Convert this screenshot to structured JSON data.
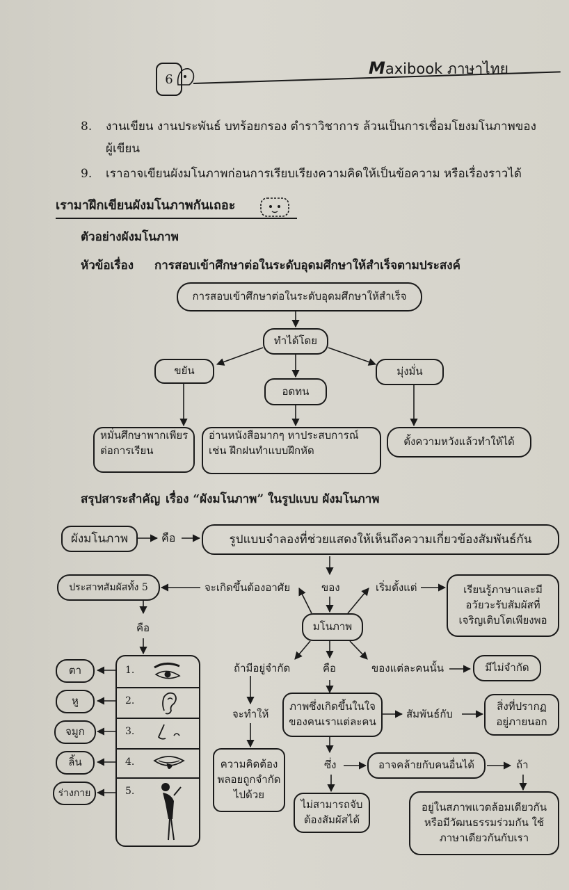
{
  "header": {
    "page_number": "6",
    "brand_bold": "M",
    "brand_rest": "axibook",
    "subject": "ภาษาไทย"
  },
  "items": [
    {
      "num": "8.",
      "line1": "งานเขียน งานประพันธ์ บทร้อยกรอง ตำราวิชาการ ล้วนเป็นการเชื่อมโยงมโนภาพของ",
      "line2": "ผู้เขียน"
    },
    {
      "num": "9.",
      "line1": "เราอาจเขียนผังมโนภาพก่อนการเรียบเรียงความคิดให้เป็นข้อความ หรือเรื่องราวได้"
    }
  ],
  "section_heading": "เรามาฝึกเขียนผังมโนภาพกันเถอะ",
  "example_label": "ตัวอย่างผังมโนภาพ",
  "topic_label": "หัวข้อเรื่อง",
  "topic_text": "การสอบเข้าศึกษาต่อในระดับอุดมศึกษาให้สำเร็จตามประสงค์",
  "diagram1": {
    "root": "การสอบเข้าศึกษาต่อในระดับอุดมศึกษาให้สำเร็จ",
    "via": "ทำได้โดย",
    "branch_left": "ขยัน",
    "branch_mid": "อดทน",
    "branch_right": "มุ่งมั่น",
    "leaf_left": [
      "หมั่นศึกษาพากเพียร",
      "ต่อการเรียน"
    ],
    "leaf_mid": [
      "อ่านหนังสือมากๆ หาประสบการณ์",
      "เช่น ฝึกฝนทำแบบฝึกหัด"
    ],
    "leaf_right": "ตั้งความหวังแล้วทำให้ได้"
  },
  "summary_label": "สรุปสาระสำคัญ",
  "summary_text": "เรื่อง “ผังมโนภาพ” ในรูปแบบ ผังมโนภาพ",
  "diagram2": {
    "concept": "ผังมโนภาพ",
    "is": "คือ",
    "definition": "รูปแบบจำลองที่ช่วยแสดงให้เห็นถึงความเกี่ยวข้องสัมพันธ์กัน",
    "senses_box": "ประสาทสัมผัสทั้ง 5",
    "arises_from": "จะเกิดขึ้นต้องอาศัย",
    "of": "ของ",
    "starts_from": "เริ่มตั้งแต่",
    "starts_box": [
      "เรียนรู้ภาษาและมี",
      "อวัยวะรับสัมผัสที่",
      "เจริญเติบโตเพียงพอ"
    ],
    "center": "มโนภาพ",
    "senses_is": "คือ",
    "if_limited": "ถ้ามีอยู่จำกัด",
    "center_is": "คือ",
    "each_person": "ของแต่ละคนนั้น",
    "unlimited": "มีไม่จำกัด",
    "will_cause": "จะทำให้",
    "limited_box": [
      "ความคิดต้อง",
      "พลอยถูกจำกัด",
      "ไปด้วย"
    ],
    "image_box": [
      "ภาพซึ่งเกิดขึ้นในใจ",
      "ของคนเราแต่ละคน"
    ],
    "related_to": "สัมพันธ์กับ",
    "outside_box": [
      "สิ่งที่ปรากฏ",
      "อยู่ภายนอก"
    ],
    "which": "ซึ่ง",
    "similar_box": "อาจคล้ายกับคนอื่นได้",
    "if": "ถ้า",
    "intangible_box": [
      "ไม่สามารถจับ",
      "ต้องสัมผัสได้"
    ],
    "env_box": [
      "อยู่ในสภาพแวดล้อมเดียวกัน",
      "หรือมีวัฒนธรรมร่วมกัน ใช้",
      "ภาษาเดียวกันกับเรา"
    ],
    "senses": [
      {
        "num": "1.",
        "organ": "ตา",
        "icon": "eye-icon"
      },
      {
        "num": "2.",
        "organ": "หู",
        "icon": "ear-icon"
      },
      {
        "num": "3.",
        "organ": "จมูก",
        "icon": "nose-icon"
      },
      {
        "num": "4.",
        "organ": "ลิ้น",
        "icon": "tongue-icon"
      },
      {
        "num": "5.",
        "organ": "ร่างกาย",
        "icon": "body-icon"
      }
    ]
  }
}
